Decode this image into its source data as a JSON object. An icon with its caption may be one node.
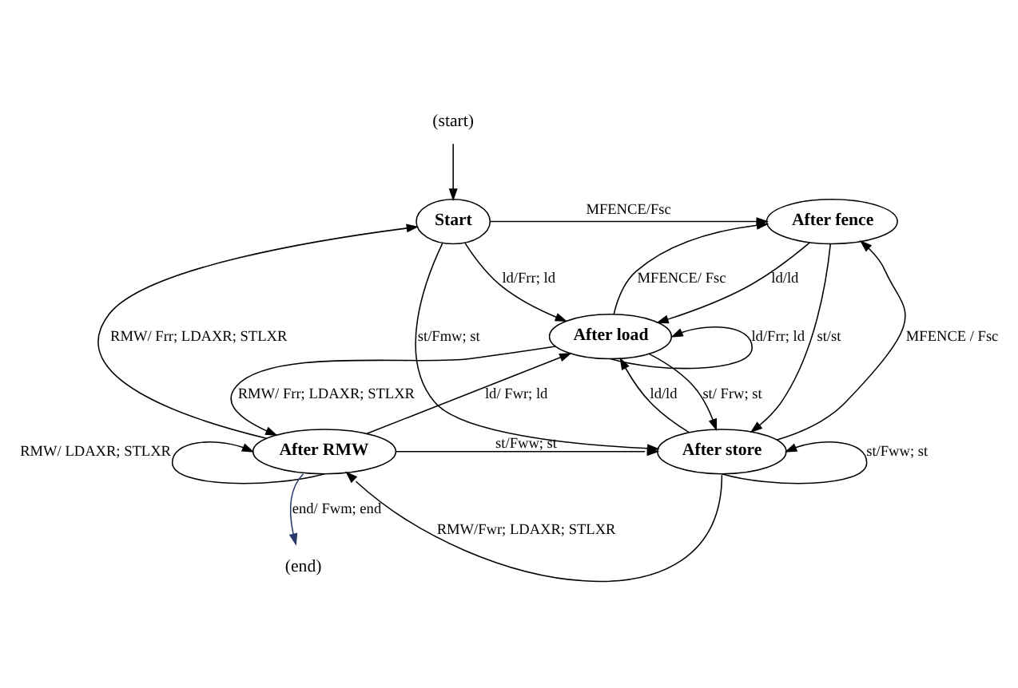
{
  "diagram": {
    "nodes": [
      {
        "text": [
          "(start)"
        ]
      },
      {
        "text": [
          "Start"
        ]
      },
      {
        "text": [
          "After fence"
        ]
      },
      {
        "text": [
          "After load"
        ]
      },
      {
        "text": [
          "After RMW"
        ]
      },
      {
        "text": [
          "After store"
        ]
      },
      {
        "text": [
          "(end)"
        ]
      }
    ],
    "edges": [
      {
        "from": 0,
        "to": 1,
        "arrow": "to"
      },
      {
        "from": 1,
        "to": 2,
        "arrow": "to",
        "label": "MFENCE/Fsc"
      },
      {
        "from": 1,
        "to": 5,
        "arrow": "to",
        "label": "st/Fmw; st"
      },
      {
        "from": 1,
        "to": 3,
        "arrow": "to",
        "label": "ld/Frr; ld"
      },
      {
        "from": 3,
        "to": 3,
        "arrow": "to",
        "label": "ld/Frr; ld"
      },
      {
        "from": 2,
        "to": 3,
        "arrow": "to",
        "label": "ld/ld"
      },
      {
        "from": 3,
        "to": 2,
        "arrow": "to",
        "label": "MFENCE/ Fsc"
      },
      {
        "from": 2,
        "to": 5,
        "arrow": "to",
        "label": "st/st"
      },
      {
        "from": 5,
        "to": 2,
        "arrow": "to",
        "label": "MFENCE / Fsc"
      },
      {
        "from": 3,
        "to": 5,
        "arrow": "to",
        "label": "st/ Frw; st"
      },
      {
        "from": 5,
        "to": 3,
        "arrow": "to",
        "label": "ld/ld"
      },
      {
        "from": 3,
        "to": 4,
        "arrow": "to",
        "label": "RMW/ Frr; LDAXR; STLXR"
      },
      {
        "from": 4,
        "to": 3,
        "arrow": "to",
        "label": "ld/ Fwr; ld"
      },
      {
        "from": 4,
        "to": 5,
        "arrow": "to",
        "label": "st/Fww; st"
      },
      {
        "from": 5,
        "to": 4,
        "arrow": "to",
        "label": "RMW/Fwr; LDAXR; STLXR"
      },
      {
        "from": 4,
        "to": 1,
        "arrow": "to",
        "label": "RMW/ Frr; LDAXR; STLXR"
      },
      {
        "from": 4,
        "to": 6,
        "arrow": "to",
        "label": "end/ Fwm; end",
        "color": "#2b3a6b"
      },
      {
        "from": 4,
        "to": 4,
        "arrow": "to",
        "label": "RMW/ LDAXR; STLXR"
      },
      {
        "from": 5,
        "to": 5,
        "arrow": "to",
        "label": "st/Fww; st"
      }
    ]
  }
}
